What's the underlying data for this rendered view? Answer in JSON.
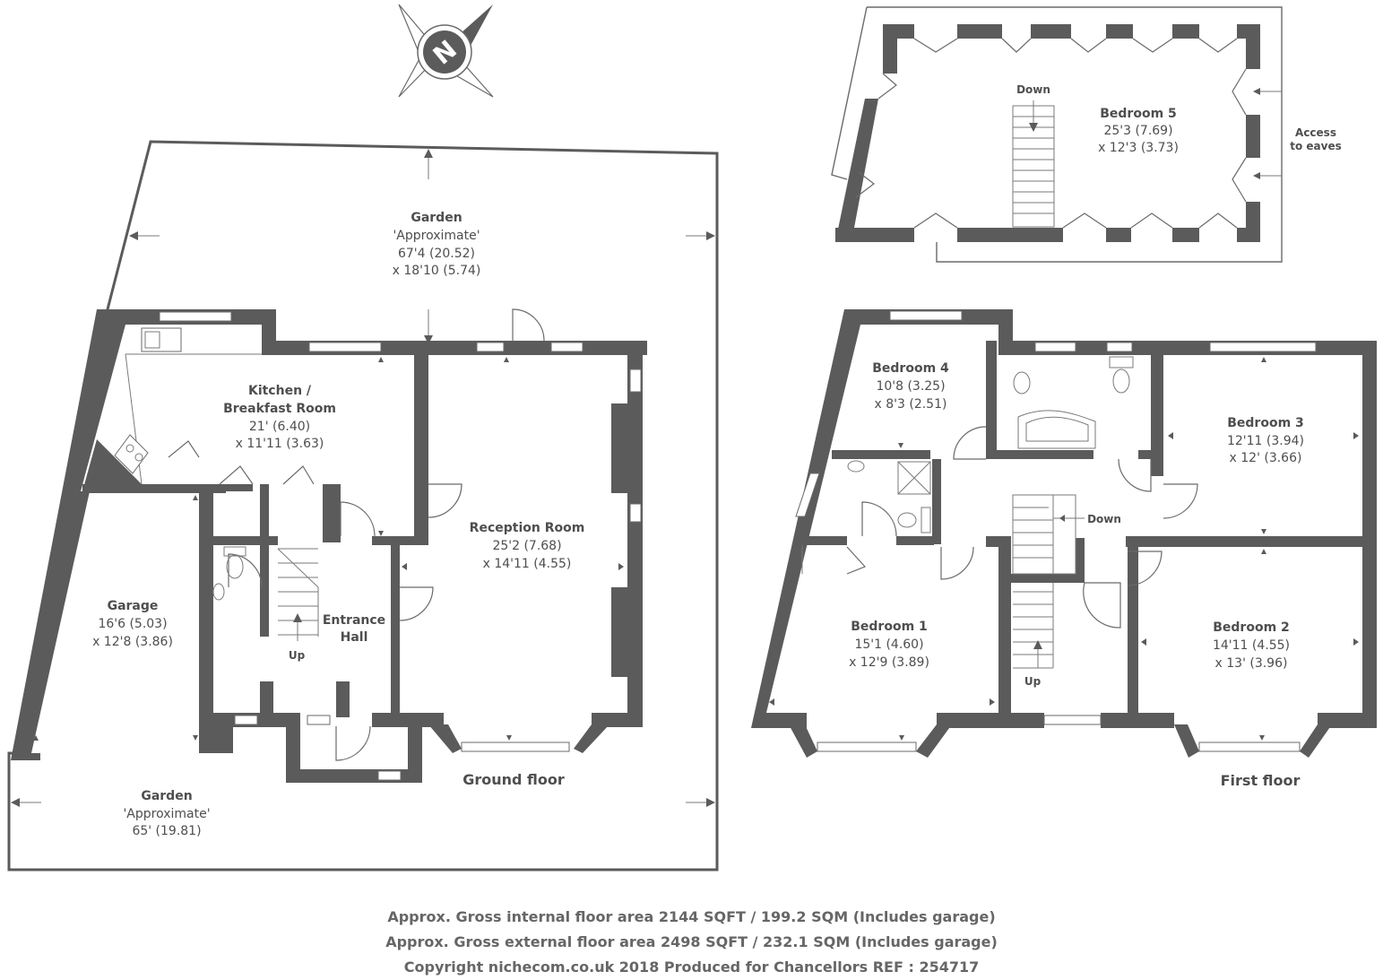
{
  "ground_floor": {
    "label": "Ground floor",
    "garden_rear": {
      "name": "Garden",
      "note": "'Approximate'",
      "dim1": "67'4 (20.52)",
      "dim2": "x 18'10 (5.74)"
    },
    "garden_front": {
      "name": "Garden",
      "note": "'Approximate'",
      "dim1": "65' (19.81)"
    },
    "kitchen": {
      "name1": "Kitchen /",
      "name2": "Breakfast Room",
      "dim1": "21' (6.40)",
      "dim2": "x 11'11 (3.63)"
    },
    "reception": {
      "name": "Reception Room",
      "dim1": "25'2 (7.68)",
      "dim2": "x 14'11 (4.55)"
    },
    "garage": {
      "name": "Garage",
      "dim1": "16'6 (5.03)",
      "dim2": "x 12'8 (3.86)"
    },
    "hall": {
      "name1": "Entrance",
      "name2": "Hall"
    },
    "stairs_up": "Up"
  },
  "first_floor": {
    "label": "First floor",
    "bedroom1": {
      "name": "Bedroom 1",
      "dim1": "15'1 (4.60)",
      "dim2": "x 12'9 (3.89)"
    },
    "bedroom2": {
      "name": "Bedroom 2",
      "dim1": "14'11 (4.55)",
      "dim2": "x 13' (3.96)"
    },
    "bedroom3": {
      "name": "Bedroom 3",
      "dim1": "12'11 (3.94)",
      "dim2": "x 12' (3.66)"
    },
    "bedroom4": {
      "name": "Bedroom 4",
      "dim1": "10'8 (3.25)",
      "dim2": "x 8'3 (2.51)"
    },
    "stairs_down": "Down",
    "stairs_up": "Up"
  },
  "second_floor": {
    "bedroom5": {
      "name": "Bedroom 5",
      "dim1": "25'3 (7.69)",
      "dim2": "x 12'3 (3.73)"
    },
    "stairs_down": "Down",
    "eaves1": "Access",
    "eaves2": "to eaves"
  },
  "compass_letter": "N",
  "footer": {
    "line1": "Approx. Gross internal floor area 2144 SQFT / 199.2 SQM (Includes garage)",
    "line2": "Approx. Gross external floor area 2498 SQFT / 232.1 SQM (Includes garage)",
    "line3": "Copyright nichecom.co.uk 2018 Produced for Chancellors  REF : 254717"
  },
  "colors": {
    "wall": "#5b5b5b",
    "text": "#4e4e4e",
    "footer_text": "#666666"
  }
}
